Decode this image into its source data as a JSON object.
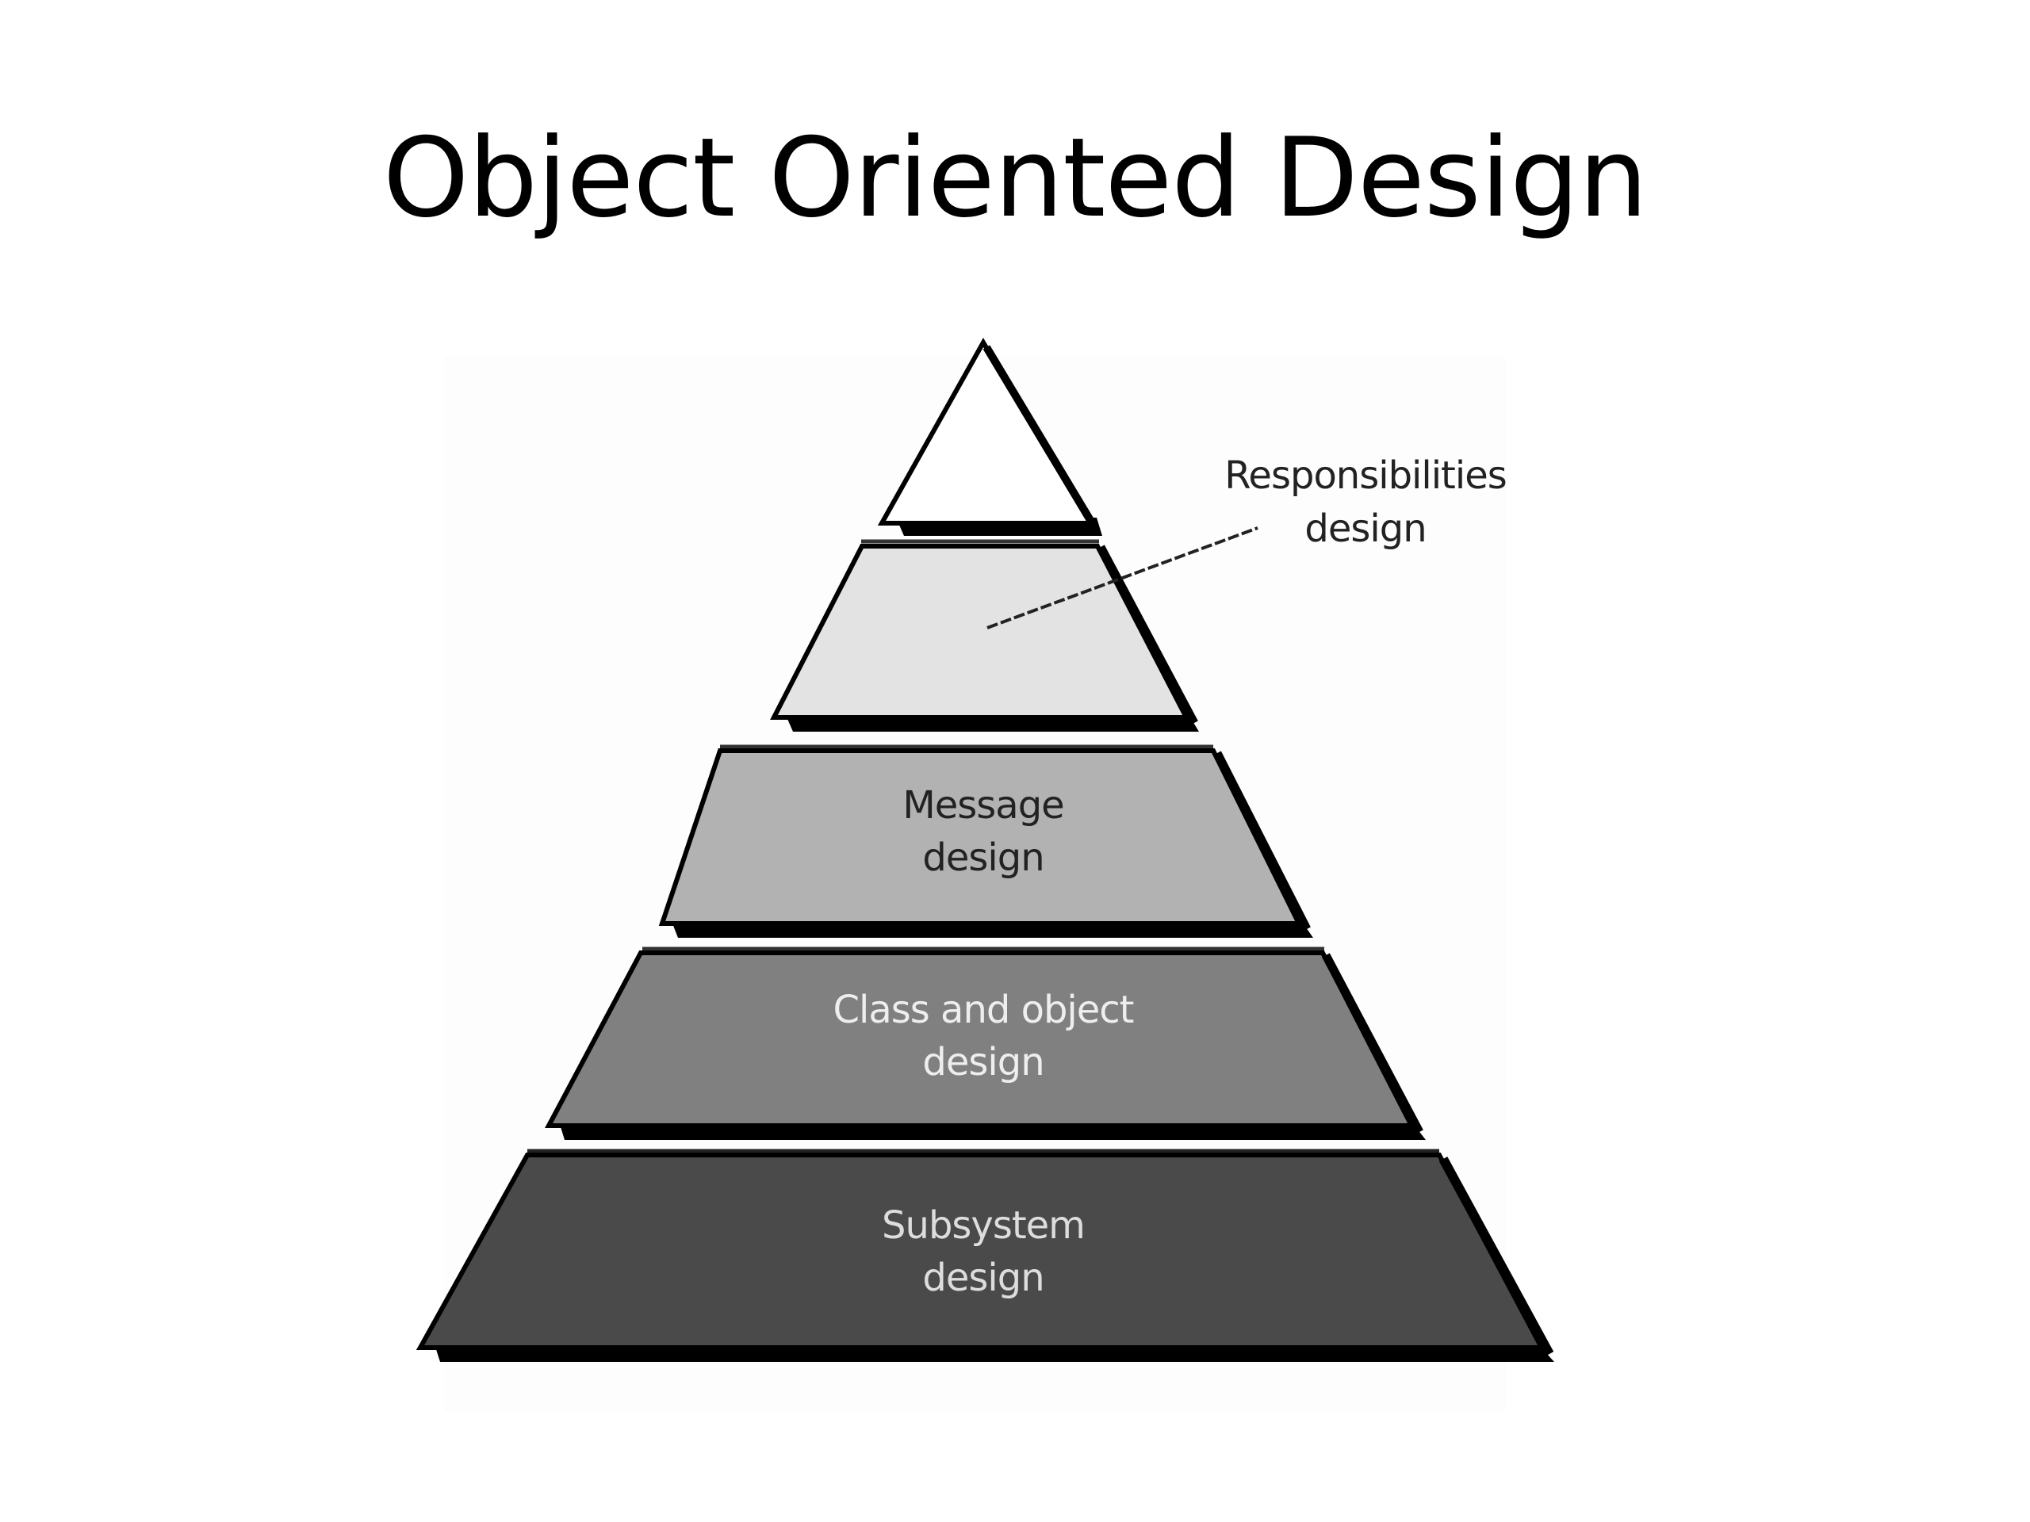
{
  "slide": {
    "title": "Object Oriented Design"
  },
  "diagram": {
    "type": "pyramid",
    "callout": {
      "line1": "Responsibilities",
      "line2": "design",
      "points_to_layer": "responsibilities"
    },
    "layers": [
      {
        "id": "apex",
        "label_line1": "",
        "label_line2": "",
        "fill": "#ffffff",
        "text_color": "#222222"
      },
      {
        "id": "responsibilities",
        "label_line1": "",
        "label_line2": "",
        "fill": "#e3e3e3",
        "text_color": "#222222"
      },
      {
        "id": "message",
        "label_line1": "Message",
        "label_line2": "design",
        "fill": "#b2b2b2",
        "text_color": "#222222"
      },
      {
        "id": "class-object",
        "label_line1": "Class and object",
        "label_line2": "design",
        "fill": "#808080",
        "text_color": "#eeeeee"
      },
      {
        "id": "subsystem",
        "label_line1": "Subsystem",
        "label_line2": "design",
        "fill": "#4a4a4a",
        "text_color": "#dddddd"
      }
    ],
    "colors": {
      "outline": "#000000",
      "shadow": "#000000",
      "background": "#ffffff"
    }
  }
}
